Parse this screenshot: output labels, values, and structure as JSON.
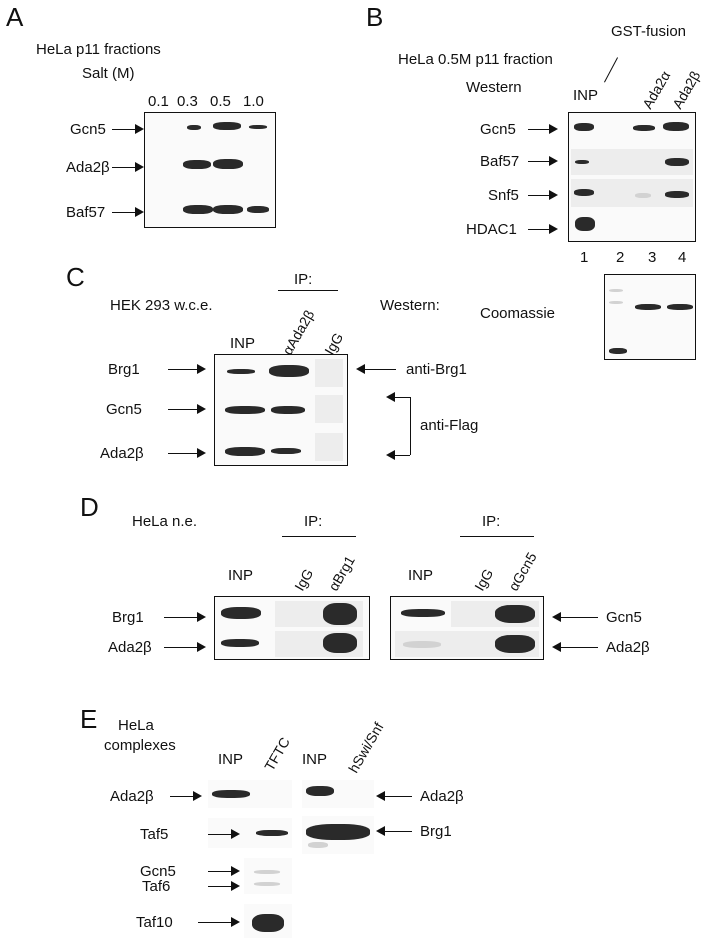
{
  "panelA": {
    "letter": "A",
    "title": "HeLa  p11 fractions",
    "salt_label": "Salt  (M)",
    "lanes": [
      "0.1",
      "0.3",
      "0.5",
      "1.0"
    ],
    "bands": [
      "Gcn5",
      "Ada2β",
      "Baf57"
    ]
  },
  "panelB": {
    "letter": "B",
    "gst": "GST-fusion",
    "title": "HeLa 0.5M p11 fraction",
    "western": "Western",
    "inp": "INP",
    "lane_ada2a": "Ada2α",
    "lane_ada2b": "Ada2β",
    "bands": [
      "Gcn5",
      "Baf57",
      "Snf5",
      "HDAC1"
    ],
    "lane_numbers": [
      "1",
      "2",
      "3",
      "4"
    ],
    "coomassie": "Coomassie"
  },
  "panelC": {
    "letter": "C",
    "title": "HEK 293 w.c.e.",
    "ip": "IP:",
    "western": "Western:",
    "inp": "INP",
    "lane_ab": "αAda2β",
    "lane_igg": "IgG",
    "bands": [
      "Brg1",
      "Gcn5",
      "Ada2β"
    ],
    "anti_brg1": "anti-Brg1",
    "anti_flag": "anti-Flag"
  },
  "panelD": {
    "letter": "D",
    "title": "HeLa n.e.",
    "ip": "IP:",
    "inp": "INP",
    "igg": "IgG",
    "lane_brg1": "αBrg1",
    "lane_gcn5": "αGcn5",
    "left_bands": [
      "Brg1",
      "Ada2β"
    ],
    "right_bands": [
      "Gcn5",
      "Ada2β"
    ]
  },
  "panelE": {
    "letter": "E",
    "title_line1": "HeLa",
    "title_line2": "complexes",
    "inp": "INP",
    "tftc": "TFTC",
    "hswi": "hSwi/Snf",
    "left_bands": [
      "Ada2β",
      "Taf5",
      "Gcn5",
      "Taf6",
      "Taf10"
    ],
    "right_bands": [
      "Ada2β",
      "Brg1"
    ]
  }
}
